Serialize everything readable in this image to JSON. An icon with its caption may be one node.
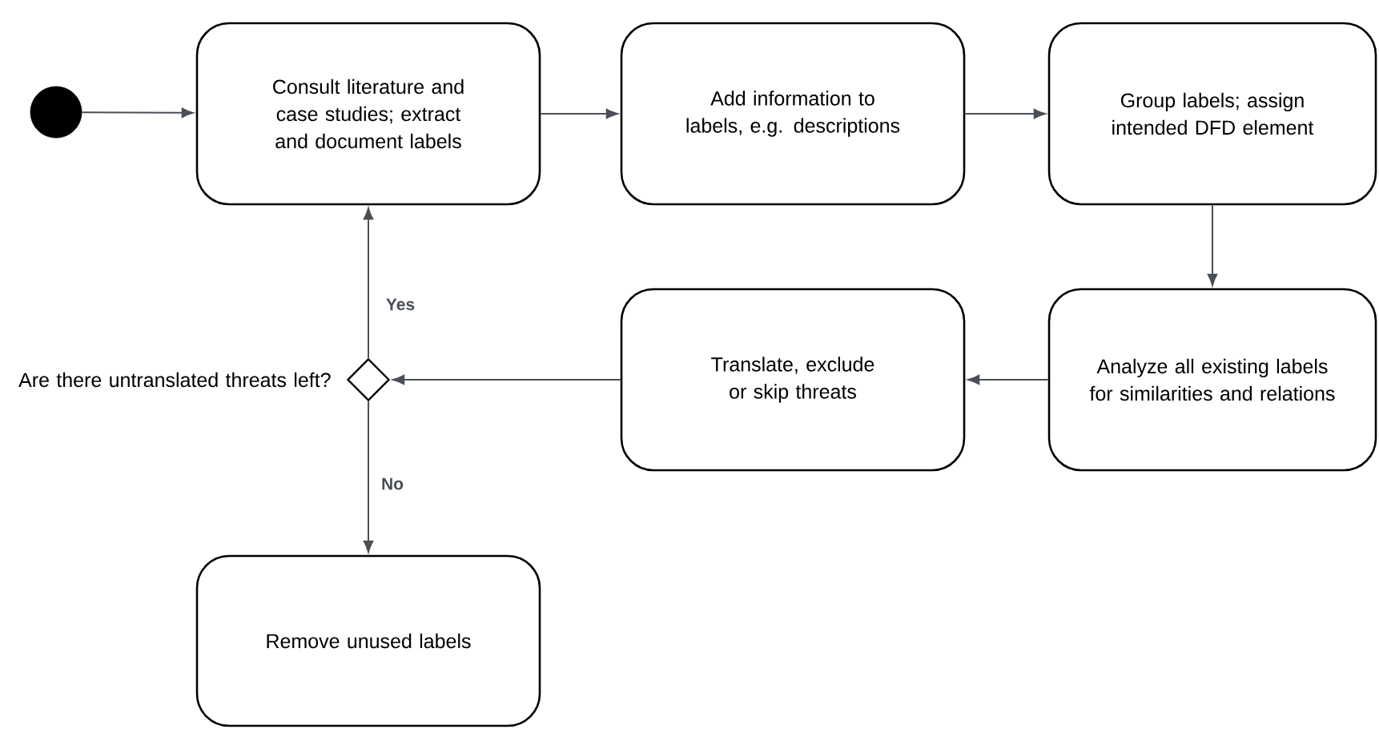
{
  "diagram": {
    "nodes": [
      {
        "text": [],
        "shape": "circle"
      },
      {
        "text": [
          "Consult literature and case studies; extract and document labels"
        ]
      },
      {
        "text": [
          "Add information to labels, e.g. descriptions"
        ]
      },
      {
        "text": [
          "Group labels; assign intended DFD element"
        ]
      },
      {
        "text": [
          "Analyze all existing labels for similarities and relations"
        ]
      },
      {
        "text": [
          "Translate, exclude or skip threats"
        ]
      },
      {
        "text": [],
        "shape": "diamond",
        "beside": [
          "Are there untranslated threats left?"
        ]
      },
      {
        "text": [
          "Remove unused labels"
        ]
      }
    ],
    "edges": [
      {
        "from": 0,
        "to": 1,
        "arrow": "to"
      },
      {
        "from": 1,
        "to": 2,
        "arrow": "to"
      },
      {
        "from": 2,
        "to": 3,
        "arrow": "to"
      },
      {
        "from": 3,
        "to": 4,
        "arrow": "to"
      },
      {
        "from": 4,
        "to": 5,
        "arrow": "to"
      },
      {
        "from": 5,
        "to": 6,
        "arrow": "to"
      },
      {
        "from": 6,
        "to": 1,
        "arrow": "to",
        "label": "Yes"
      },
      {
        "from": 6,
        "to": 7,
        "arrow": "to",
        "label": "No"
      }
    ]
  }
}
